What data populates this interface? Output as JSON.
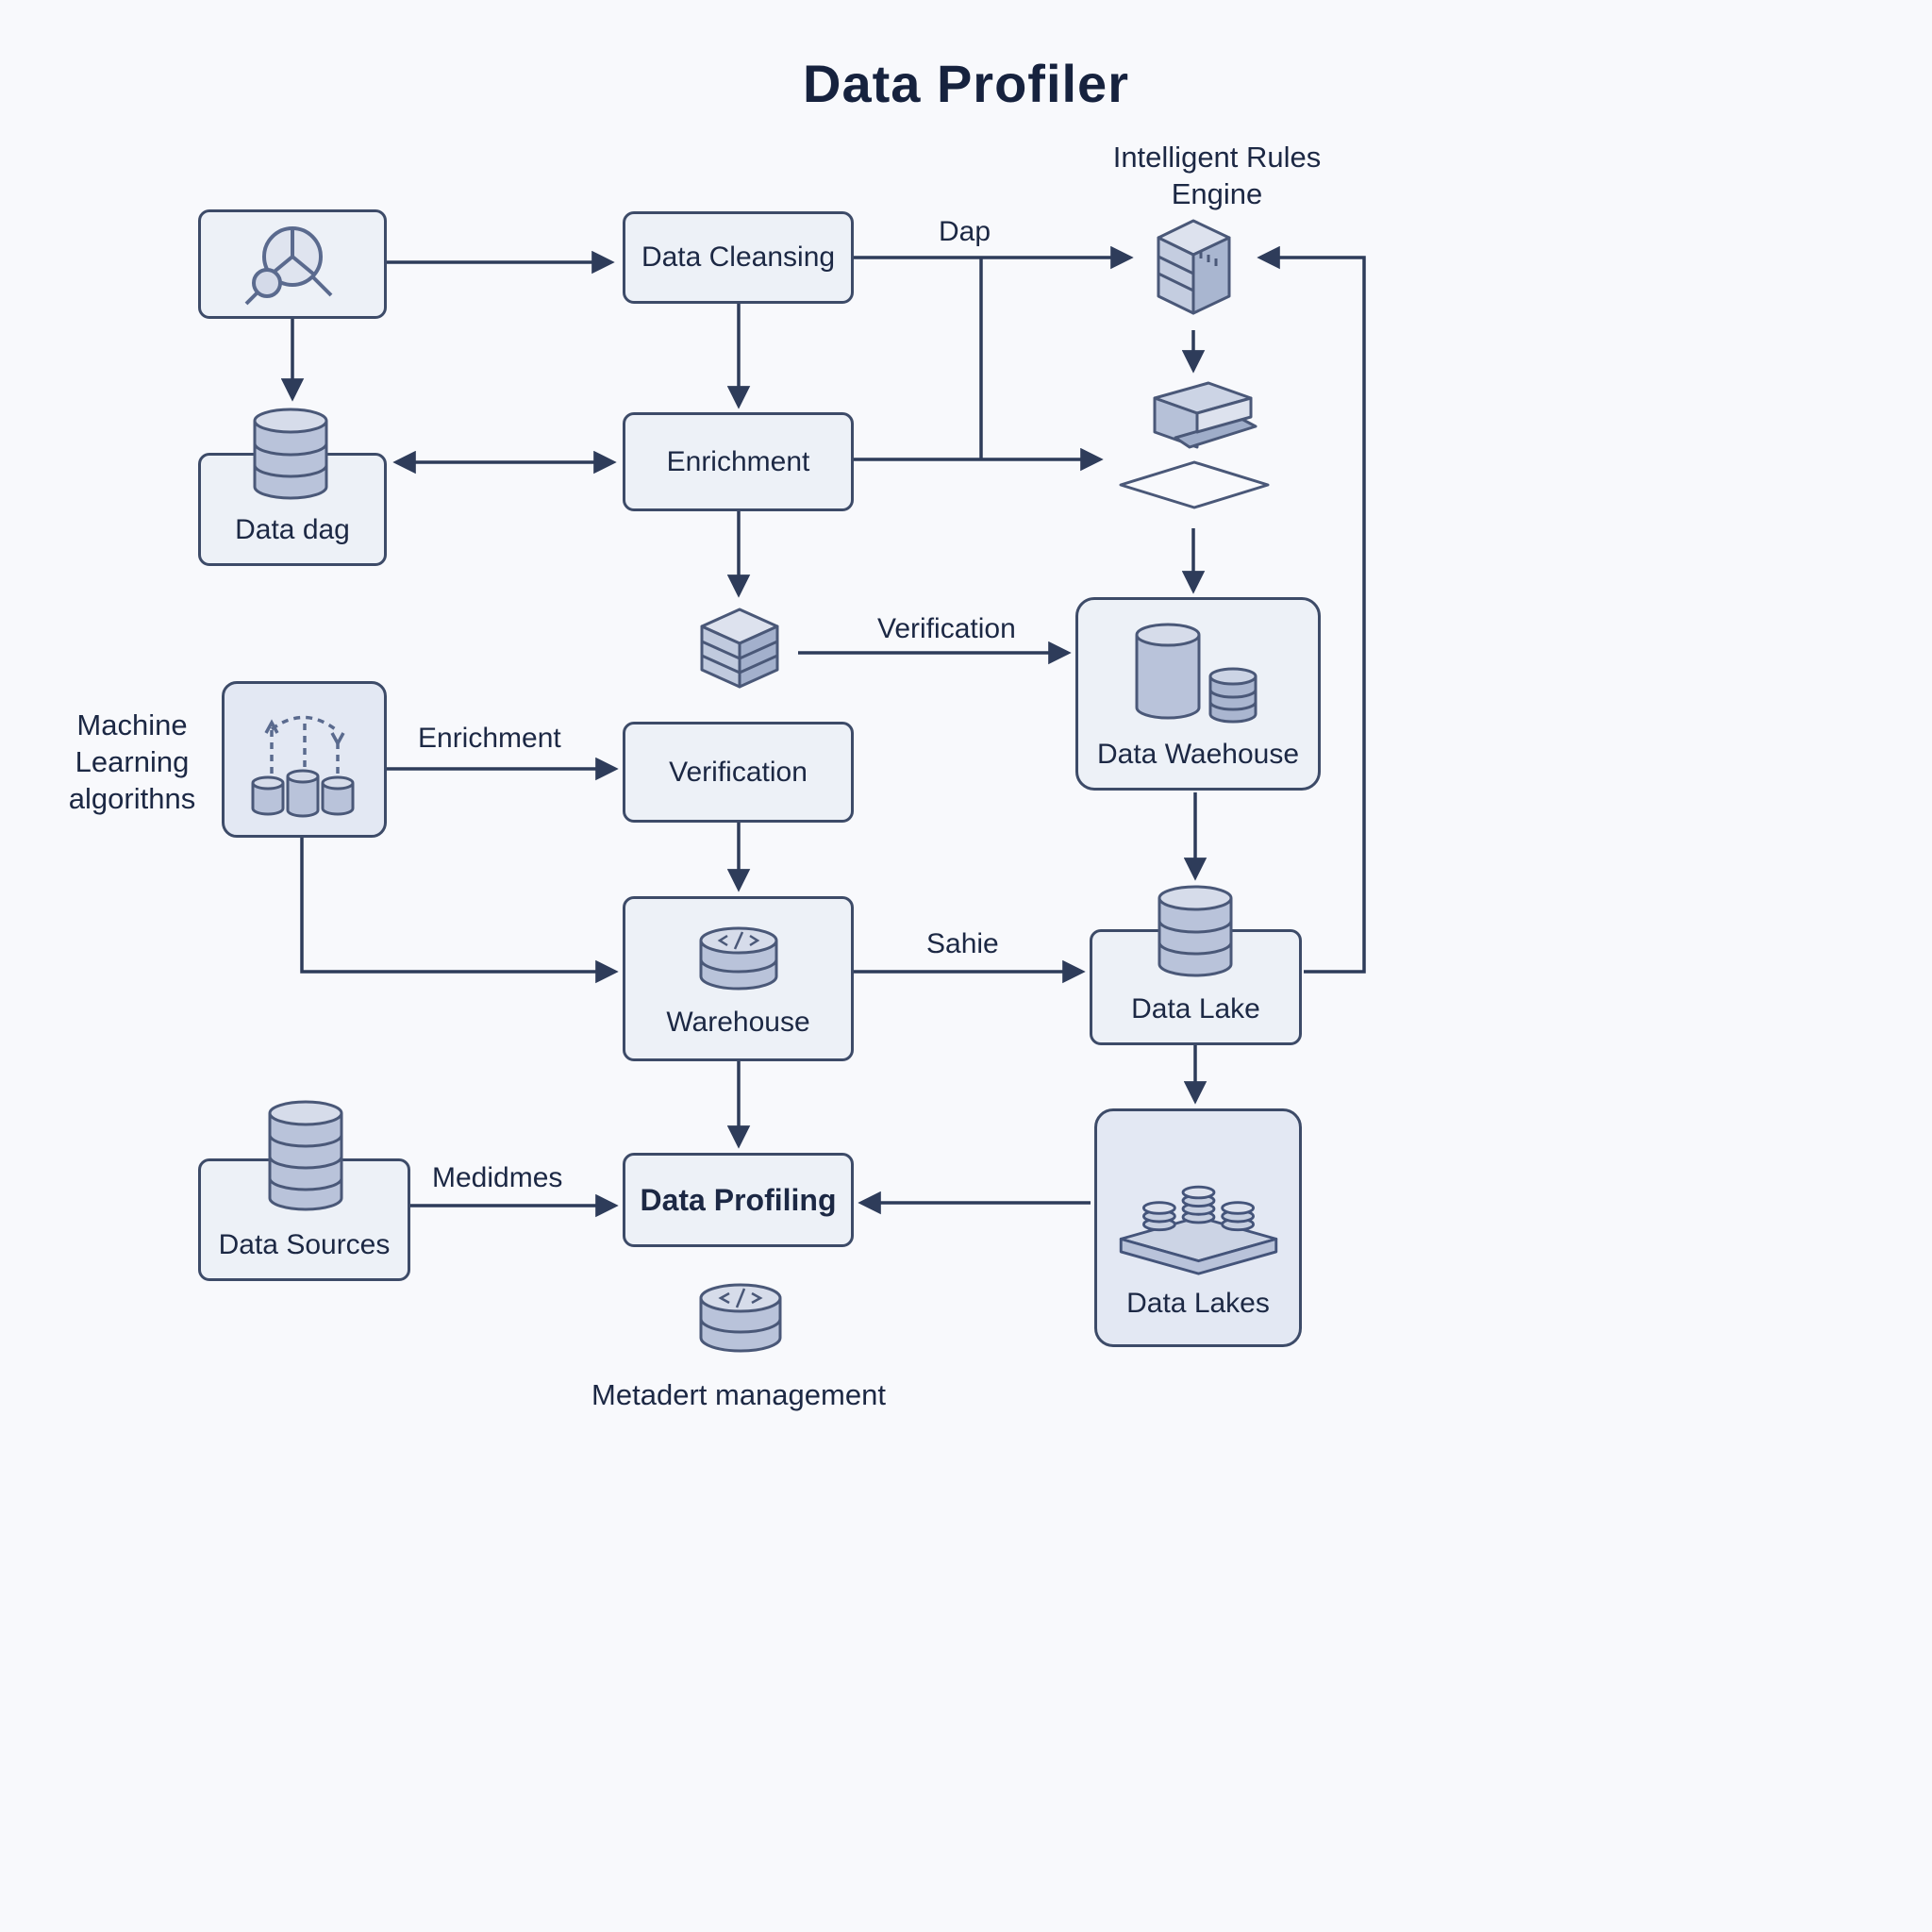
{
  "title": "Data Profiler",
  "colors": {
    "background": "#f8f9fc",
    "node_fill": "#edf1f7",
    "node_fill_accent": "#e3e8f3",
    "node_border": "#3d4b68",
    "text": "#1c2844",
    "arrow": "#2e3c5a",
    "icon_fill": "#b9c3da",
    "icon_stroke": "#4a5878"
  },
  "labels": {
    "engine": [
      "Intelligent Rules",
      "Engine"
    ],
    "ml": [
      "Machine",
      "Learning",
      "algorithns"
    ],
    "metadata": "Metadert management"
  },
  "nodes": {
    "data_cleansing": "Data Cleansing",
    "data_dag": "Data dag",
    "enrichment": "Enrichment",
    "verification": "Verification",
    "data_warehouse": "Data Waehouse",
    "warehouse": "Warehouse",
    "data_lake": "Data Lake",
    "data_lakes": "Data Lakes",
    "data_sources": "Data Sources",
    "data_profiling": "Data Profiling"
  },
  "edge_labels": {
    "dap": "Dap",
    "verification": "Verification",
    "enrichment": "Enrichment",
    "sahie": "Sahie",
    "medidmes": "Medidmes"
  }
}
